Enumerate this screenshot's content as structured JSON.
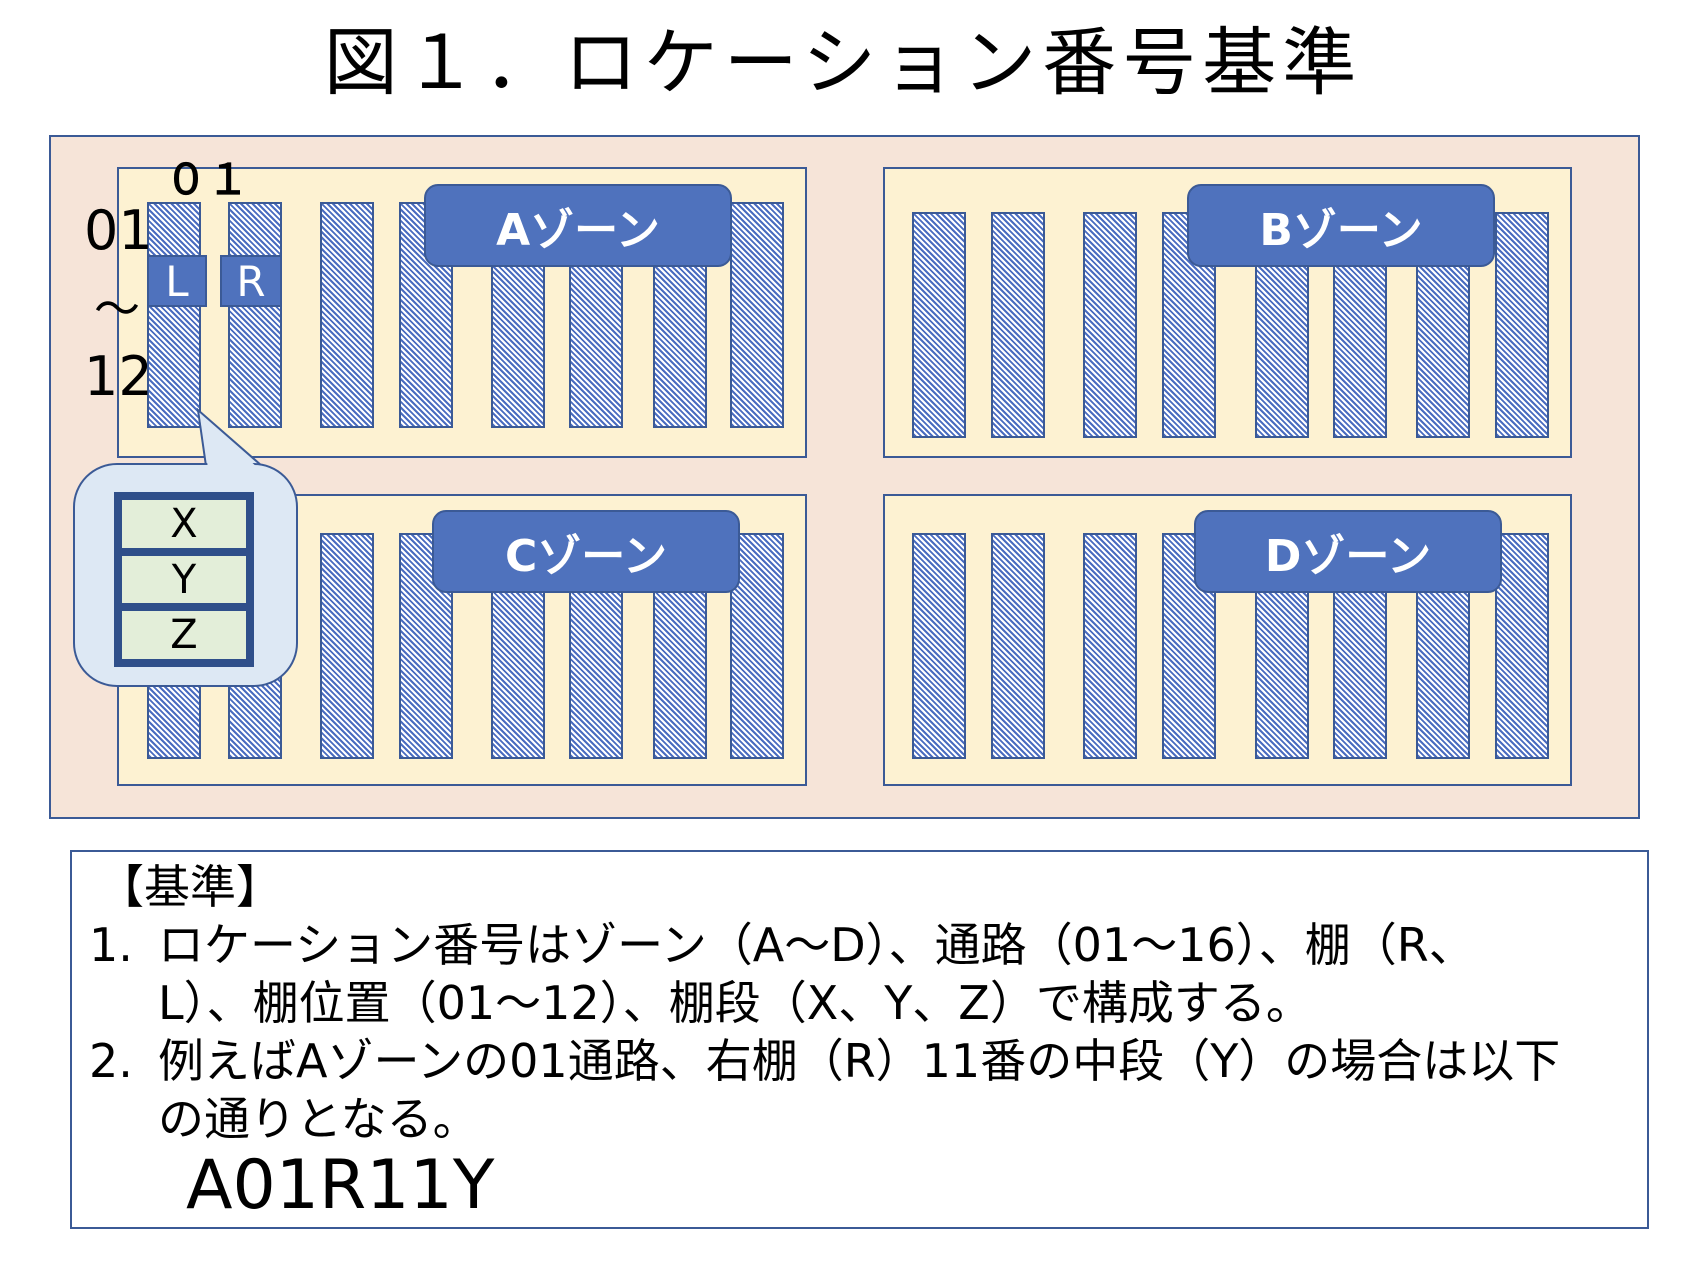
{
  "title": "図１．ロケーション番号基準",
  "zones": [
    {
      "label": "Aゾーン"
    },
    {
      "label": "Bゾーン"
    },
    {
      "label": "Cゾーン"
    },
    {
      "label": "Dゾーン"
    }
  ],
  "racks_per_zone": 8,
  "aisle_label": "０１",
  "position_range": {
    "from": "01",
    "tilde": "～",
    "to": "12"
  },
  "sides": {
    "left": "L",
    "right": "R"
  },
  "levels": [
    "X",
    "Y",
    "Z"
  ],
  "rules": {
    "heading": "【基準】",
    "items": [
      {
        "num": "1.",
        "lines": [
          "ロケーション番号はゾーン（A～D）、通路（01～16）、棚（R、",
          "L）、棚位置（01～12）、棚段（X、Y、Z）で構成する。"
        ]
      },
      {
        "num": "2.",
        "lines": [
          "例えばAゾーンの01通路、右棚（R）11番の中段（Y）の場合は以下",
          "の通りとなる。"
        ]
      }
    ],
    "example": "A01R11Y"
  },
  "colors": {
    "floor": "#f6e4d8",
    "zone": "#fdf2d2",
    "label": "#4f72bd",
    "border": "#3b5a96"
  }
}
